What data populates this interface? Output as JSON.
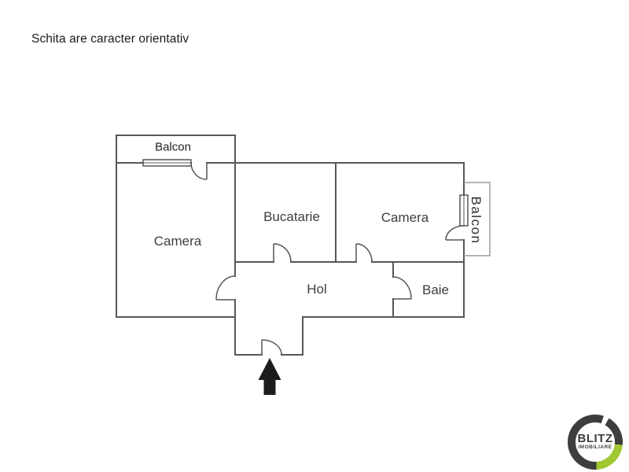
{
  "disclaimer": "Schita are caracter orientativ",
  "plan": {
    "rooms": [
      {
        "id": "balcon-top",
        "label": "Balcon"
      },
      {
        "id": "camera-left",
        "label": "Camera"
      },
      {
        "id": "bucatarie",
        "label": "Bucatarie"
      },
      {
        "id": "camera-right",
        "label": "Camera"
      },
      {
        "id": "balcon-right",
        "label": "Balcon"
      },
      {
        "id": "hol",
        "label": "Hol"
      },
      {
        "id": "baie",
        "label": "Baie"
      }
    ],
    "entrance_arrow_direction": "up",
    "colors": {
      "wall": "#575757",
      "balcony_outline": "#9e9e9e",
      "arrow": "#1c1c1c",
      "label_text": "#3e3e3e"
    }
  },
  "logo": {
    "line1": "BLITZ",
    "line2": "IMOBILIARE",
    "colors": {
      "ring": "#3d3d3d",
      "accent_green": "#a0c832",
      "text": "#3d3d3d"
    }
  }
}
